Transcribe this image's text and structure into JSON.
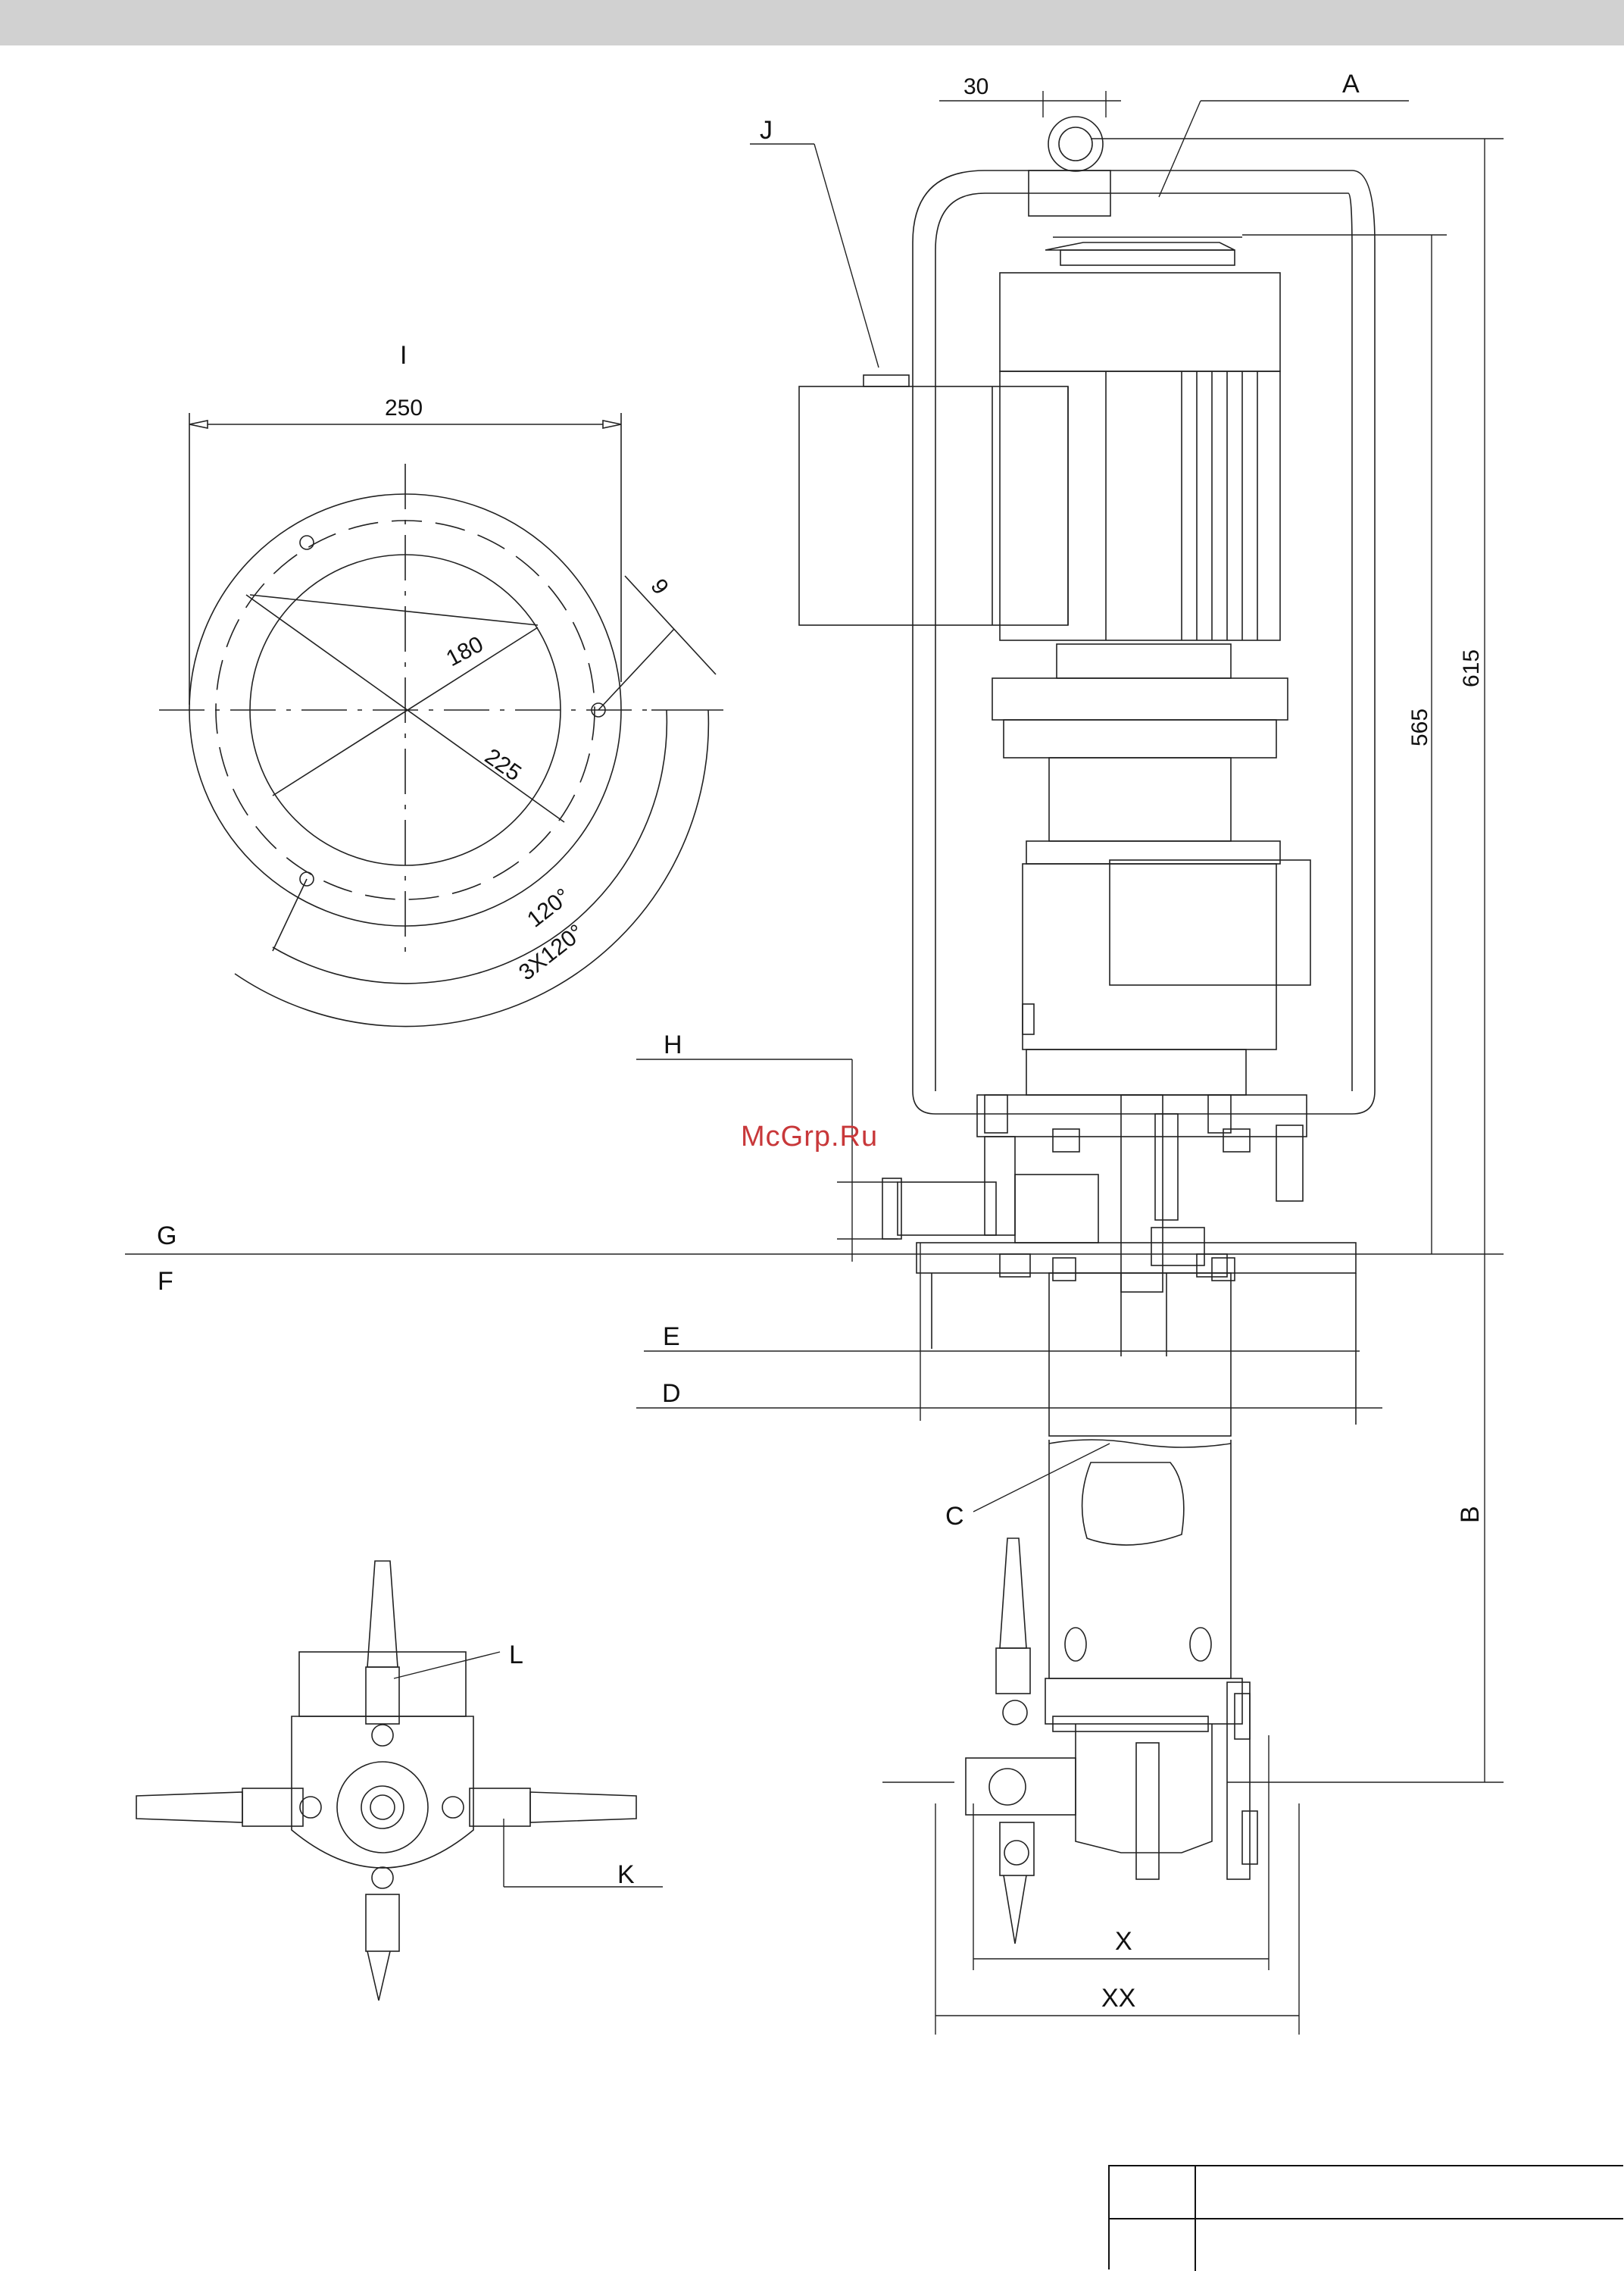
{
  "watermark": "McGrp.Ru",
  "labels": {
    "A": "A",
    "B": "B",
    "C": "C",
    "D": "D",
    "E": "E",
    "F": "F",
    "G": "G",
    "H": "H",
    "I": "I",
    "J": "J",
    "K": "K",
    "L": "L",
    "X": "X",
    "XX": "XX"
  },
  "dimensions": {
    "d30": "30",
    "d615": "615",
    "d565": "565",
    "d250": "250",
    "d180": "180",
    "d225": "225",
    "d9": "9",
    "a120": "120°",
    "a3x120": "3X120°"
  }
}
